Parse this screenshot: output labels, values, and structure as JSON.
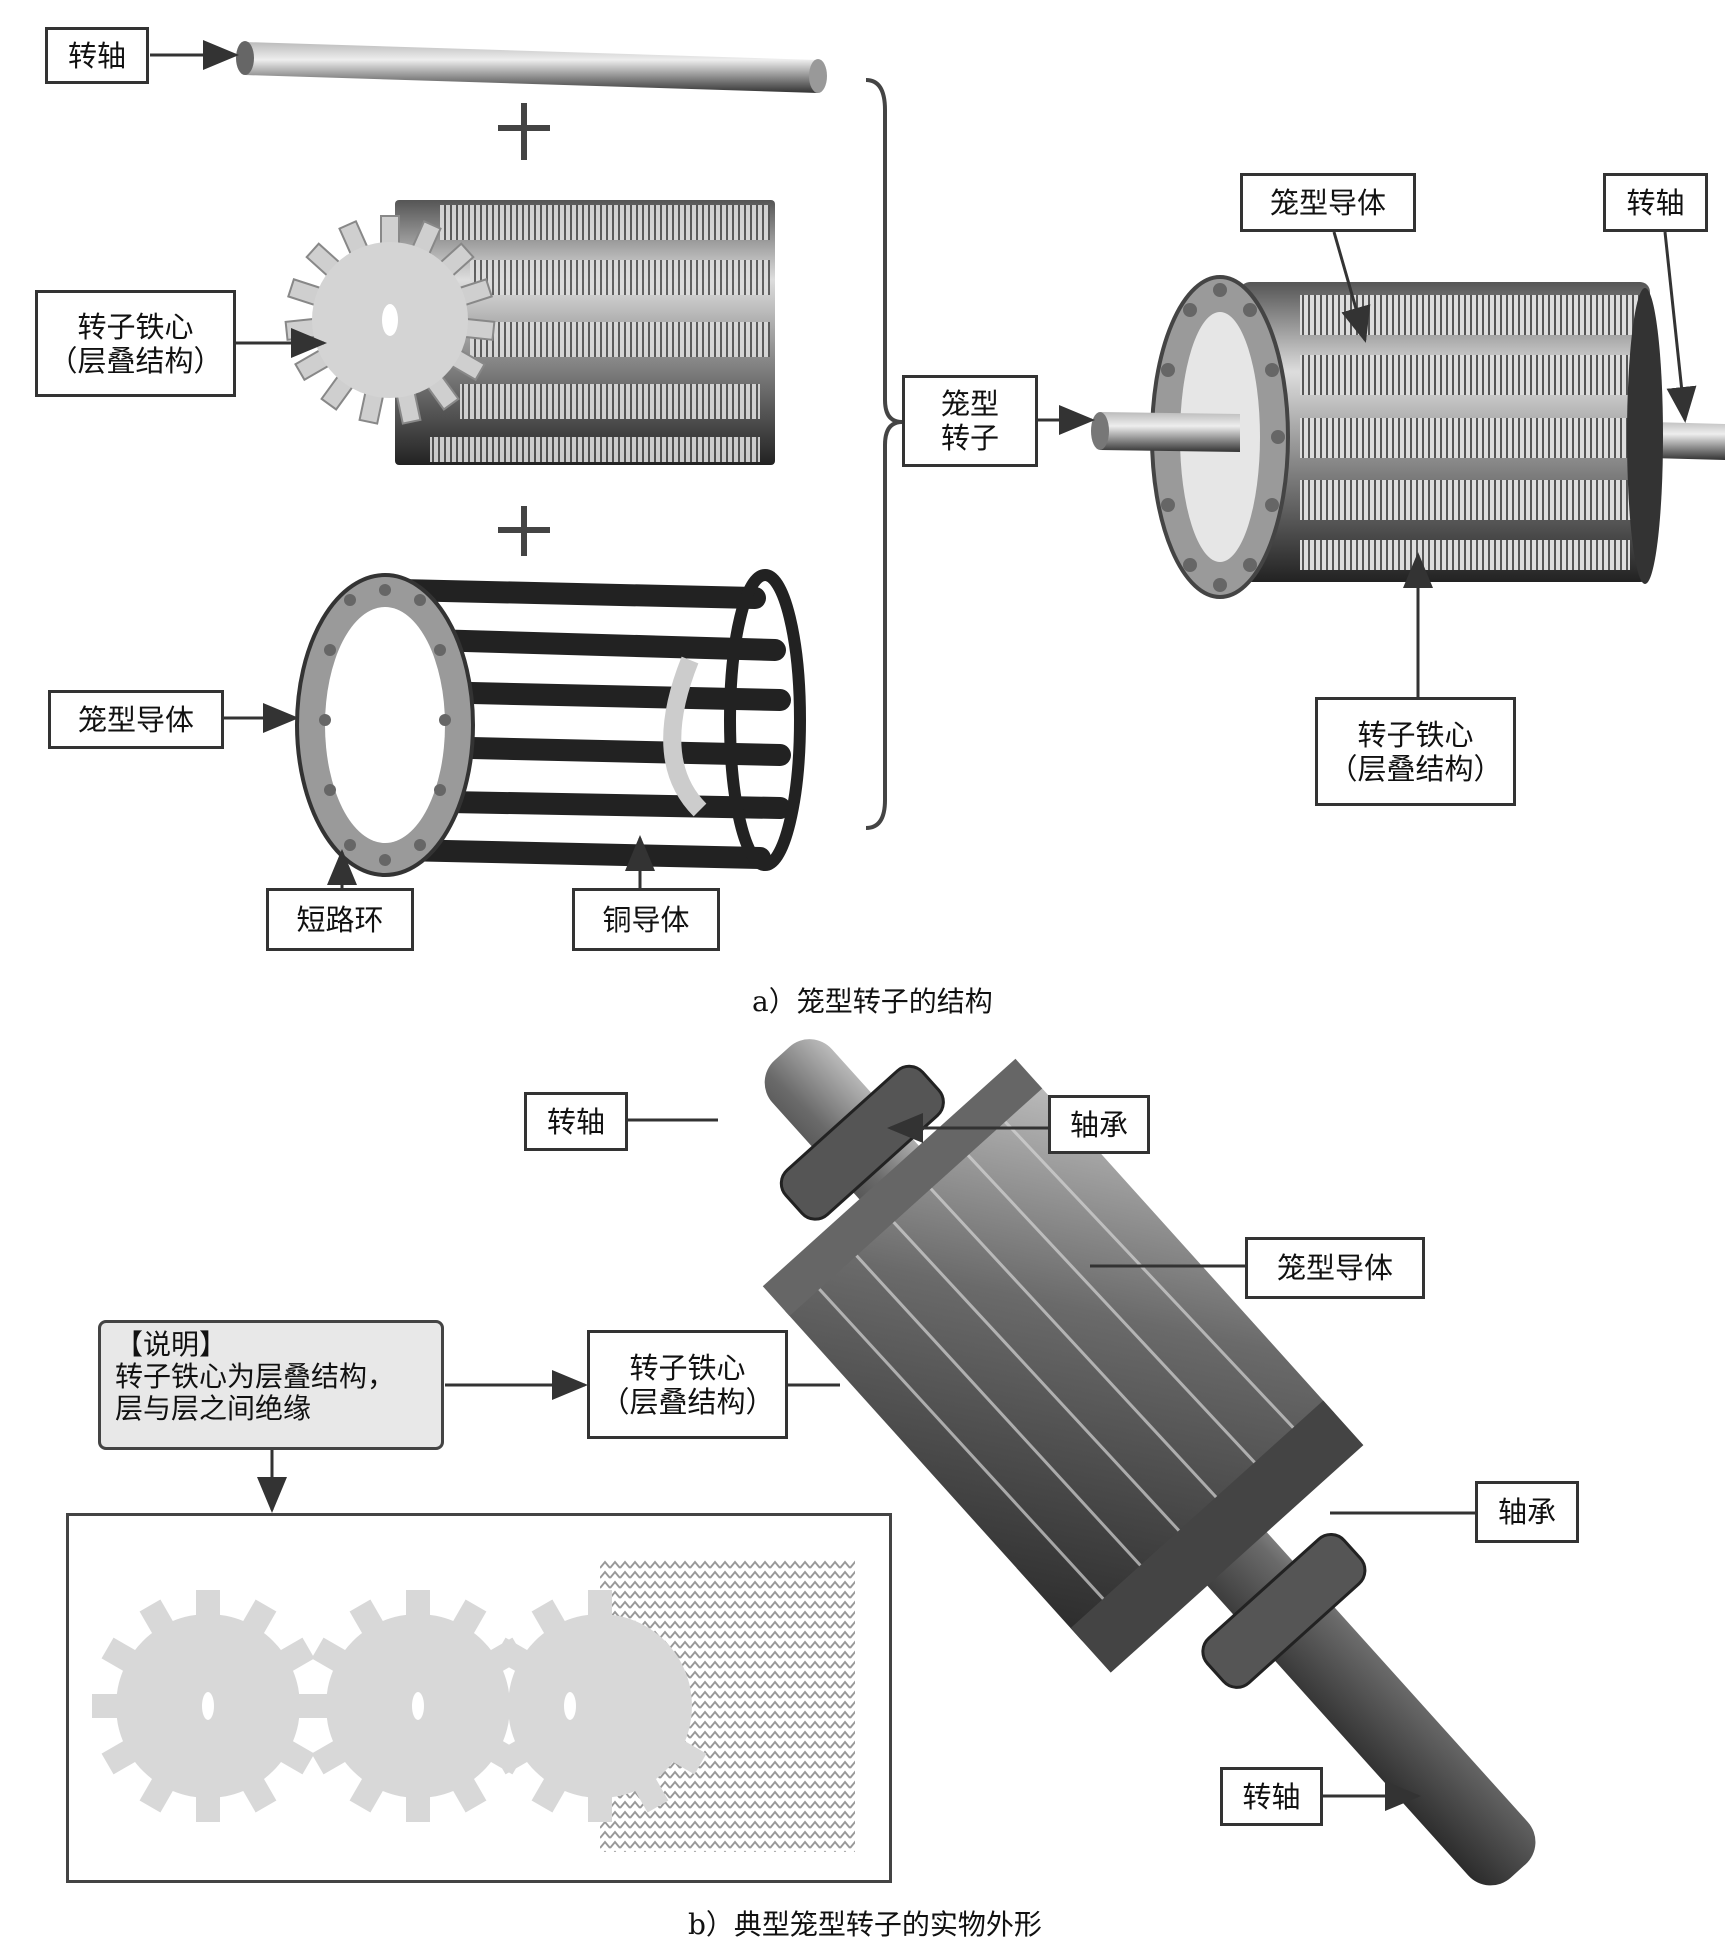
{
  "part_a": {
    "shaft_label": "转轴",
    "core_label": "转子铁心\n（层叠结构）",
    "cage_label": "笼型导体",
    "ring_label": "短路环",
    "copper_label": "铜导体",
    "rotor_label": "笼型\n转子",
    "assembled_cage_label": "笼型导体",
    "assembled_shaft_label": "转轴",
    "assembled_core_label": "转子铁心\n（层叠结构）",
    "caption": "a）笼型转子的结构"
  },
  "part_b": {
    "shaft_top_label": "转轴",
    "bearing_top_label": "轴承",
    "cage_label": "笼型导体",
    "core_label": "转子铁心\n（层叠结构）",
    "bearing_bottom_label": "轴承",
    "shaft_bottom_label": "转轴",
    "note_text": "【说明】\n转子铁心为层叠结构，\n层与层之间绝缘",
    "caption": "b）典型笼型转子的实物外形"
  }
}
